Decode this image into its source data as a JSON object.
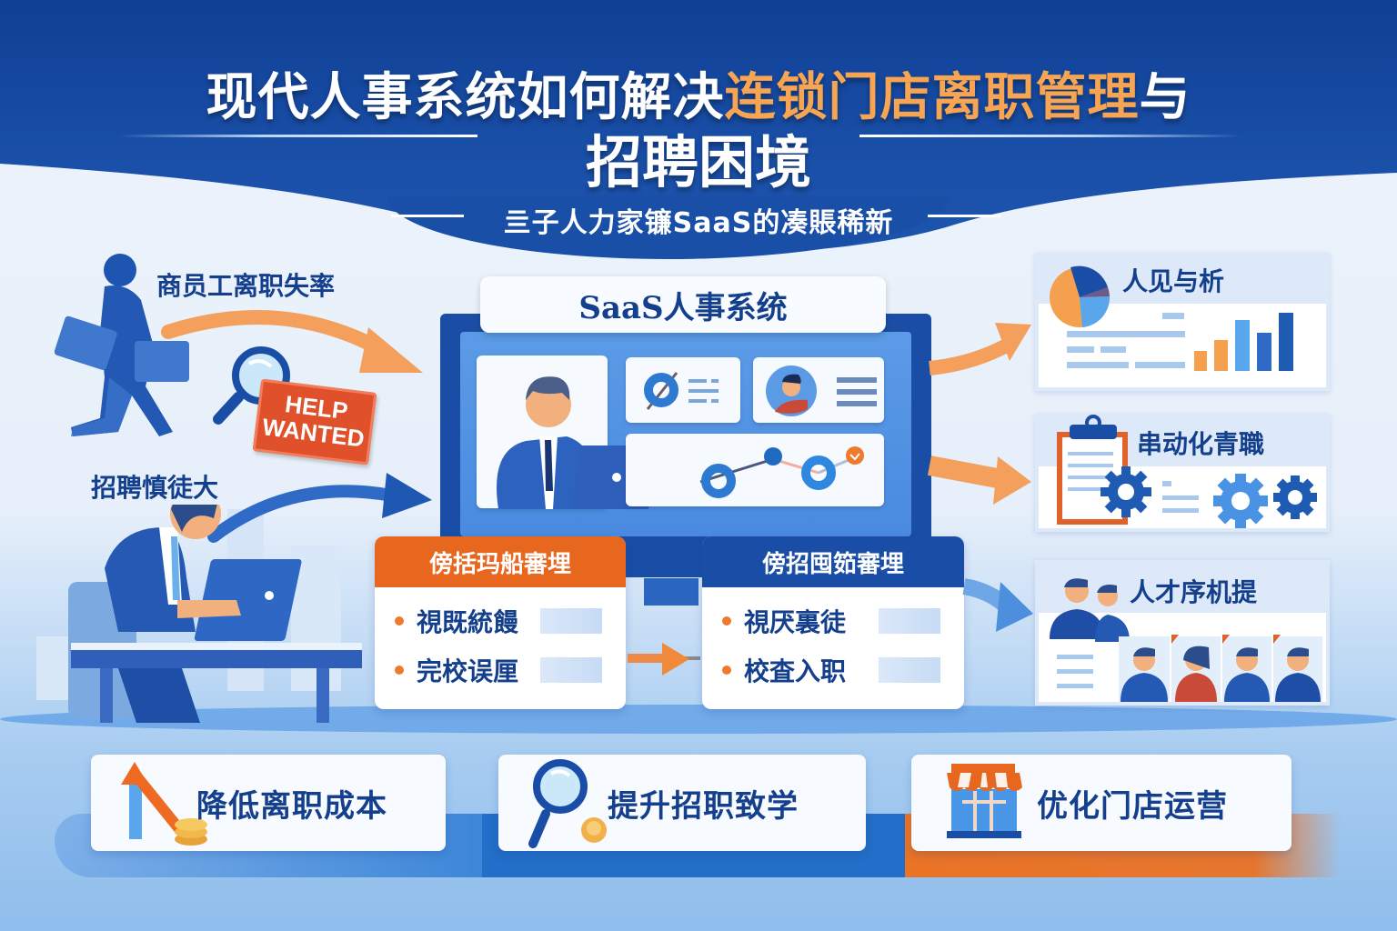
{
  "header": {
    "title_part1": "现代人事系统如何解决",
    "title_highlight": "连锁门店离职管理",
    "title_part2": "与",
    "title_line2": "招聘困境",
    "subtitle": "亖子人力家镰SaaS的凑賬稀新",
    "colors": {
      "band": "#1a4fa8",
      "highlight": "#f7a552",
      "text": "#ffffff"
    }
  },
  "left": {
    "problem_label_1": "商员工离职失率",
    "problem_label_2": "招聘慎徒大",
    "help_sign": {
      "line1": "HELP",
      "line2": "WANTED"
    }
  },
  "center": {
    "system_title": "SaaS人事系统",
    "process_left": {
      "header": "傍括玛船審埋",
      "items": [
        "視既統饅",
        "完校误厘"
      ],
      "header_color": "#e8671f"
    },
    "process_right": {
      "header": "傍招囤筎審埋",
      "items": [
        "視厌裏徒",
        "校査入职"
      ],
      "header_color": "#1a4ea6"
    }
  },
  "right": {
    "cards": [
      {
        "title": "人见与析",
        "icon": "pie-chart-icon"
      },
      {
        "title": "串动化青職",
        "icon": "clipboard-gear-icon"
      },
      {
        "title": "人才序机提",
        "icon": "team-icon"
      }
    ]
  },
  "bottom": {
    "benefits": [
      {
        "label": "降低离职成本",
        "icon": "arrow-coins-icon"
      },
      {
        "label": "提升招职致学",
        "icon": "magnifier-coin-icon"
      },
      {
        "label": "优化门店运营",
        "icon": "storefront-icon"
      }
    ]
  },
  "colors": {
    "primary_blue": "#1a4fa8",
    "dark_blue_text": "#143f8d",
    "accent_orange": "#ee7a2e",
    "light_blue": "#5b9be6"
  }
}
